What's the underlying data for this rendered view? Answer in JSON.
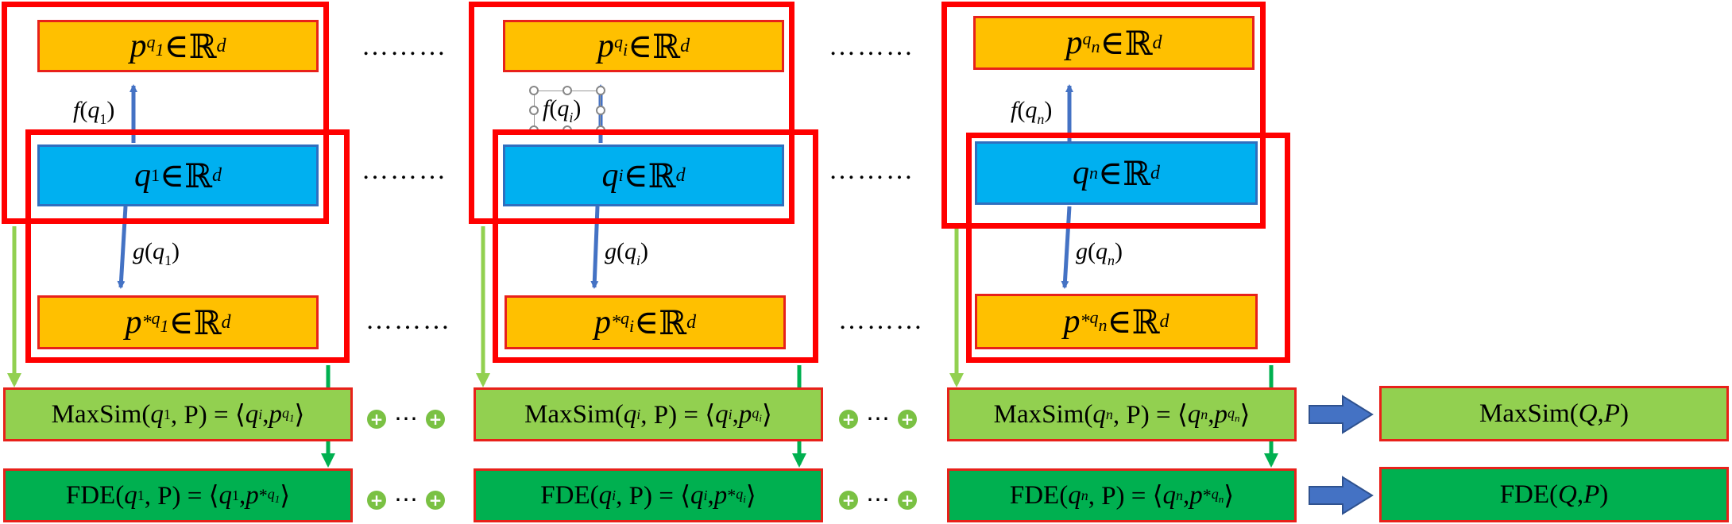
{
  "columns": [
    {
      "top": {
        "base": "p",
        "sub": "q",
        "subsub": "1",
        "rel": " ∈ ",
        "space": "ℝ",
        "dim": "d"
      },
      "query": {
        "base": "q",
        "sub": "1",
        "rel": " ∈ ",
        "space": "ℝ",
        "dim": "d"
      },
      "bottom": {
        "base": "p",
        "star": "*",
        "sub": "q",
        "subsub": "1",
        "rel": " ∈ ",
        "space": "ℝ",
        "dim": "d"
      },
      "f_label": {
        "fn": "f",
        "open": "(",
        "arg": "q",
        "sub": "1",
        "close": ")"
      },
      "g_label": {
        "fn": "g",
        "open": "(",
        "arg": "q",
        "sub": "1",
        "close": ")"
      },
      "maxsim": {
        "name": "MaxSim",
        "lhs_q": "q",
        "lhs_sub": "1",
        "lhs_rest": ", P) = ⟨",
        "q": "q",
        "q_sub": "i",
        "mid": ", ",
        "p": "p",
        "p_sub": "q",
        "p_subsub": "1",
        "close": "⟩"
      },
      "fde": {
        "name": "FDE",
        "lhs_q": "q",
        "lhs_sub": "1",
        "lhs_rest": ", P) = ⟨",
        "q": "q",
        "q_sub": "1",
        "mid": ", ",
        "p": "p",
        "star": "*",
        "p_sub": "q",
        "p_subsub": "1",
        "close": "⟩"
      }
    },
    {
      "top": {
        "base": "p",
        "sub": "q",
        "subsub": "i",
        "rel": " ∈ ",
        "space": "ℝ",
        "dim": "d"
      },
      "query": {
        "base": "q",
        "sub": "i",
        "rel": " ∈ ",
        "space": "ℝ",
        "dim": "d"
      },
      "bottom": {
        "base": "p",
        "star": "*",
        "sub": "q",
        "subsub": "i",
        "rel": " ∈ ",
        "space": "ℝ",
        "dim": "d"
      },
      "f_label": {
        "fn": "f",
        "open": "(",
        "arg": "q",
        "sub": "i",
        "close": ")"
      },
      "g_label": {
        "fn": "g",
        "open": "(",
        "arg": "q",
        "sub": "i",
        "close": ")"
      },
      "maxsim": {
        "name": "MaxSim",
        "lhs_q": "q",
        "lhs_sub": "i",
        "lhs_rest": ", P) = ⟨",
        "q": "q",
        "q_sub": "i",
        "mid": ", ",
        "p": "p",
        "p_sub": "q",
        "p_subsub": "i",
        "close": "⟩"
      },
      "fde": {
        "name": "FDE",
        "lhs_q": "q",
        "lhs_sub": "i",
        "lhs_rest": ", P) = ⟨",
        "q": "q",
        "q_sub": "i",
        "mid": ", ",
        "p": "p",
        "star": "*",
        "p_sub": "q",
        "p_subsub": "i",
        "close": "⟩"
      }
    },
    {
      "top": {
        "base": "p",
        "sub": "q",
        "subsub": "n",
        "rel": " ∈ ",
        "space": "ℝ",
        "dim": "d"
      },
      "query": {
        "base": "q",
        "sub": "n",
        "rel": " ∈ ",
        "space": "ℝ",
        "dim": "d"
      },
      "bottom": {
        "base": "p",
        "star": "*",
        "sub": "q",
        "subsub": "n",
        "rel": " ∈ ",
        "space": "ℝ",
        "dim": "d"
      },
      "f_label": {
        "fn": "f",
        "open": "(",
        "arg": "q",
        "sub": "n",
        "close": ")"
      },
      "g_label": {
        "fn": "g",
        "open": "(",
        "arg": "q",
        "sub": "n",
        "close": ")"
      },
      "maxsim": {
        "name": "MaxSim",
        "lhs_q": "q",
        "lhs_sub": "n",
        "lhs_rest": ", P) = ⟨",
        "q": "q",
        "q_sub": "n",
        "mid": ", ",
        "p": "p",
        "p_sub": "q",
        "p_subsub": "n",
        "close": "⟩"
      },
      "fde": {
        "name": "FDE",
        "lhs_q": "q",
        "lhs_sub": "n",
        "lhs_rest": ", P) = ⟨",
        "q": "q",
        "q_sub": "n",
        "mid": ", ",
        "p": "p",
        "star": "*",
        "p_sub": "q",
        "p_subsub": "n",
        "close": "⟩"
      }
    }
  ],
  "dots": "………",
  "plus_symbol": "+",
  "cdots": "⋯",
  "results": {
    "maxsim": {
      "name": "MaxSim",
      "open": "(",
      "Q": "Q",
      "comma": ", ",
      "P": "P",
      "close": ")"
    },
    "fde": {
      "name": "FDE",
      "open": "(",
      "Q": "Q",
      "comma": ", ",
      "P": "P",
      "close": ")"
    }
  },
  "colors": {
    "orange": "#ffc000",
    "blue": "#00b0f0",
    "light_green": "#92d050",
    "dark_green": "#00b050",
    "frame_red": "#ff0000",
    "arrow_blue": "#4472c4",
    "arrow_green": "#00b050",
    "arrow_lightgreen": "#92d050"
  }
}
